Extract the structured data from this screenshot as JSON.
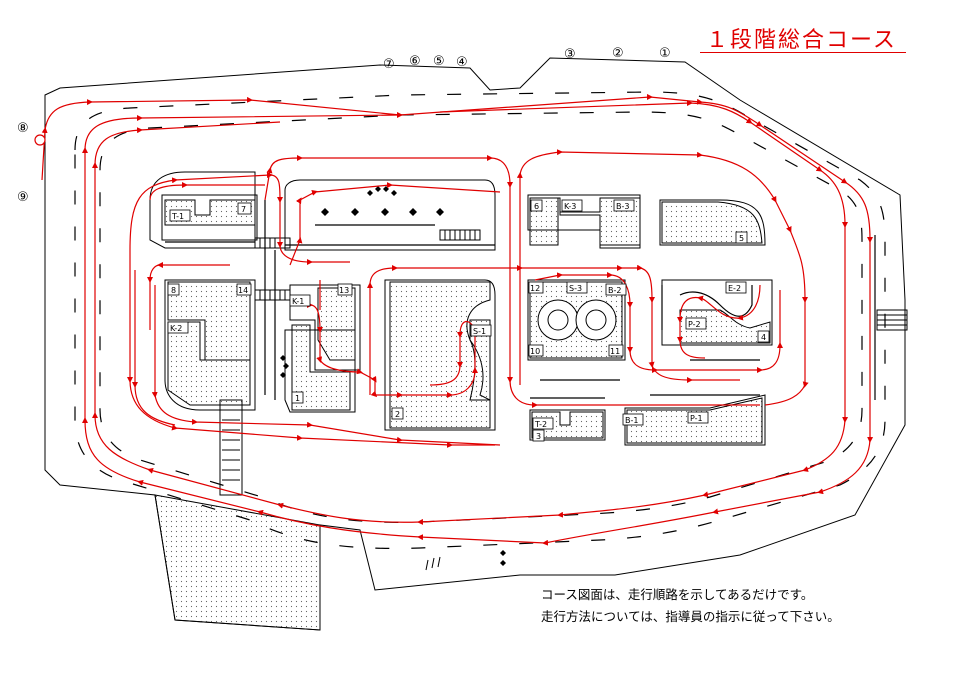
{
  "title": "１段階総合コース",
  "notes": [
    "コース図面は、走行順路を示してあるだけです。",
    "走行方法については、指導員の指示に従って下さい。"
  ],
  "colors": {
    "route": "#e00000",
    "lines": "#000000",
    "background": "#ffffff"
  },
  "circled_numbers": [
    "①",
    "②",
    "③",
    "④",
    "⑤",
    "⑥",
    "⑦",
    "⑧",
    "⑨"
  ],
  "point_labels": {
    "T1": "T-1",
    "T2": "T-2",
    "K1": "K-1",
    "K2": "K-2",
    "K3": "K-3",
    "B1": "B-1",
    "B2": "B-2",
    "B3": "B-3",
    "S1": "S-1",
    "S3": "S-3",
    "E2": "E-2",
    "P1": "P-1",
    "P2": "P-2",
    "n1": "1",
    "n2": "2",
    "n3": "3",
    "n4": "4",
    "n5": "5",
    "n6": "6",
    "n7": "7",
    "n8": "8",
    "n10": "10",
    "n11": "11",
    "n12": "12",
    "n13": "13",
    "n14": "14"
  }
}
